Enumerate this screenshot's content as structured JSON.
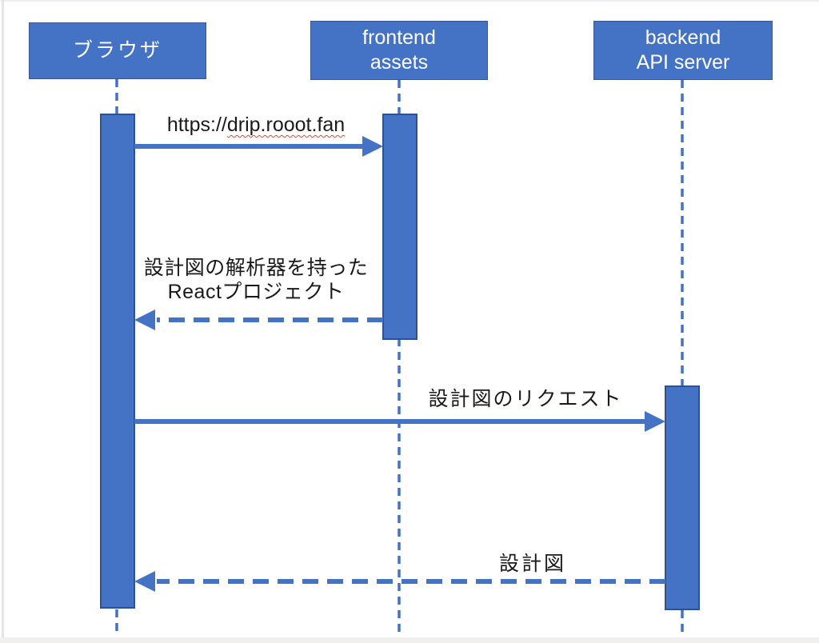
{
  "diagram": {
    "type": "sequence-diagram",
    "actors": [
      {
        "id": "browser",
        "label": "ブラウザ",
        "line1": "ブラウザ",
        "line2": ""
      },
      {
        "id": "frontend-assets",
        "label": "frontend assets",
        "line1": "frontend",
        "line2": "assets"
      },
      {
        "id": "backend-api-server",
        "label": "backend API server",
        "line1": "backend",
        "line2": "API server"
      }
    ],
    "messages": [
      {
        "id": "browser-to-frontend-request",
        "kind": "solid-arrow",
        "from": "browser",
        "to": "frontend-assets",
        "label": "https://drip.rooot.fan",
        "url_prefix": "https://",
        "url_spellchecked_part": "drip.rooot.fan",
        "has_red_spellcheck_squiggle": true
      },
      {
        "id": "frontend-to-browser-return",
        "kind": "dashed-return-arrow",
        "from": "frontend-assets",
        "to": "browser",
        "label": "設計図の解析器を持った Reactプロジェクト",
        "line1": "設計図の解析器を持った",
        "line2": "Reactプロジェクト"
      },
      {
        "id": "browser-to-backend-request",
        "kind": "solid-arrow",
        "from": "browser",
        "to": "backend-api-server",
        "label": "設計図のリクエスト"
      },
      {
        "id": "backend-to-browser-return",
        "kind": "dashed-return-arrow",
        "from": "backend-api-server",
        "to": "browser",
        "label": "設計図"
      }
    ],
    "colors": {
      "shape_fill": "#4472C4",
      "shape_border": "#2F528F",
      "arrow": "#4472C4",
      "lifeline": "#4472C4",
      "label_text": "#1A1A1A",
      "actor_text": "#FFFFFF",
      "spellcheck_squiggle": "#E8432C",
      "background": "#FFFFFF"
    }
  }
}
